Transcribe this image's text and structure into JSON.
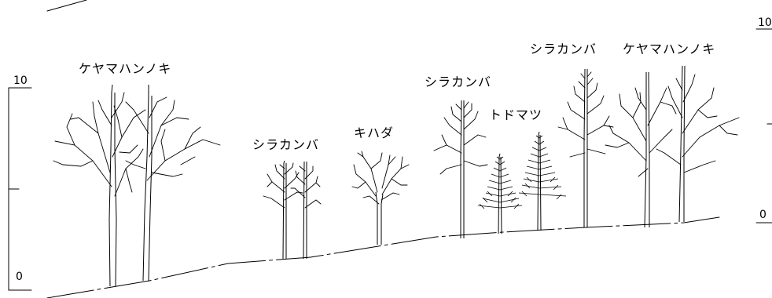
{
  "labels": {
    "keyamahannoki_left": "ケヤマハンノキ",
    "shirakanba_1": "シラカンバ",
    "kihada": "キハダ",
    "shirakanba_2": "シラカンバ",
    "todomatsu": "トドマツ",
    "shirakanba_3": "シラカンバ",
    "keyamahannoki_right": "ケヤマハンノキ"
  },
  "scale_left": {
    "top": "10",
    "bottom": "0"
  },
  "scale_right": {
    "top": "10",
    "bottom": "0"
  }
}
